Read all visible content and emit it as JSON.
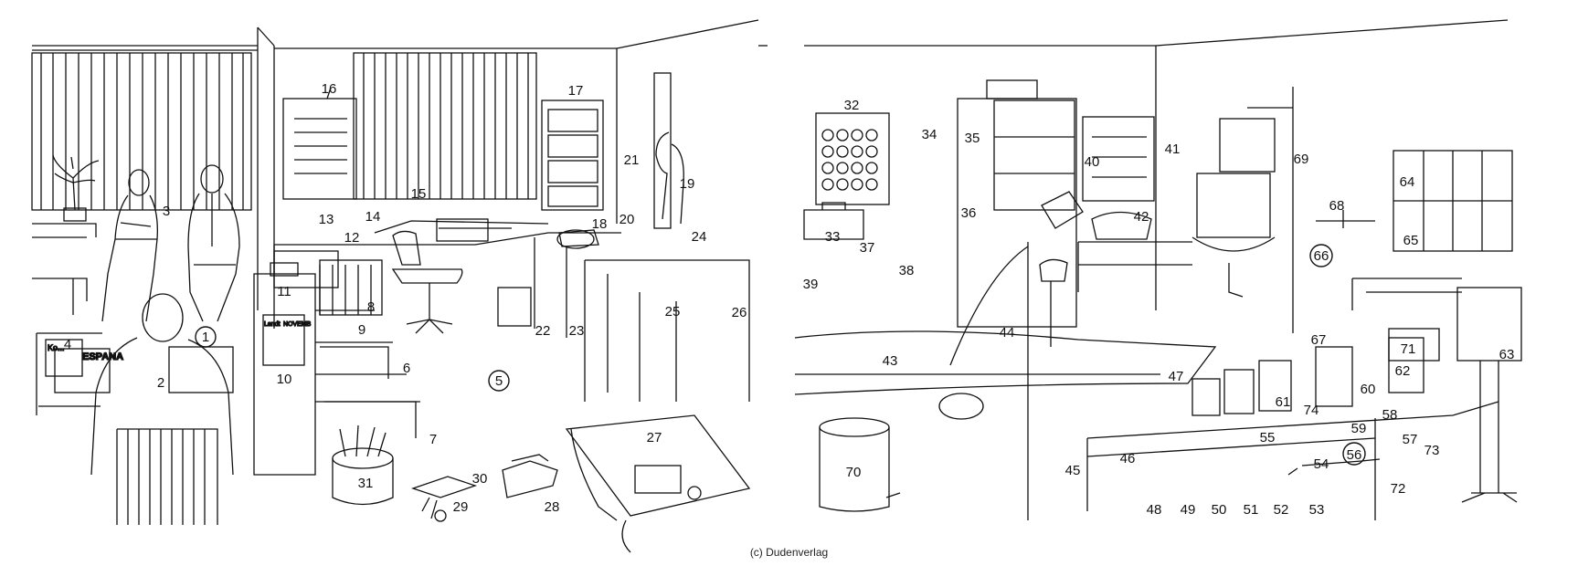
{
  "credit": "(c) Dudenverlag",
  "labels": [
    "1",
    "2",
    "3",
    "4",
    "5",
    "6",
    "7",
    "8",
    "9",
    "10",
    "11",
    "12",
    "13",
    "14",
    "15",
    "16",
    "17",
    "18",
    "19",
    "20",
    "21",
    "22",
    "23",
    "24",
    "25",
    "26",
    "27",
    "28",
    "29",
    "30",
    "31",
    "32",
    "33",
    "34",
    "35",
    "36",
    "37",
    "38",
    "39",
    "40",
    "41",
    "42",
    "43",
    "44",
    "45",
    "46",
    "47",
    "48",
    "49",
    "50",
    "51",
    "52",
    "53",
    "54",
    "55",
    "56",
    "57",
    "58",
    "59",
    "60",
    "61",
    "62",
    "63",
    "64",
    "65",
    "66",
    "67",
    "68",
    "69",
    "70",
    "71",
    "72",
    "73",
    "74"
  ],
  "circled": [
    "1",
    "5",
    "56",
    "66"
  ],
  "chart_texts": {
    "patient_newspaper": "ESPANA",
    "newspaper_small": "Ko...",
    "calendar_left": "Landt",
    "calendar_right": "NOVEMB"
  }
}
